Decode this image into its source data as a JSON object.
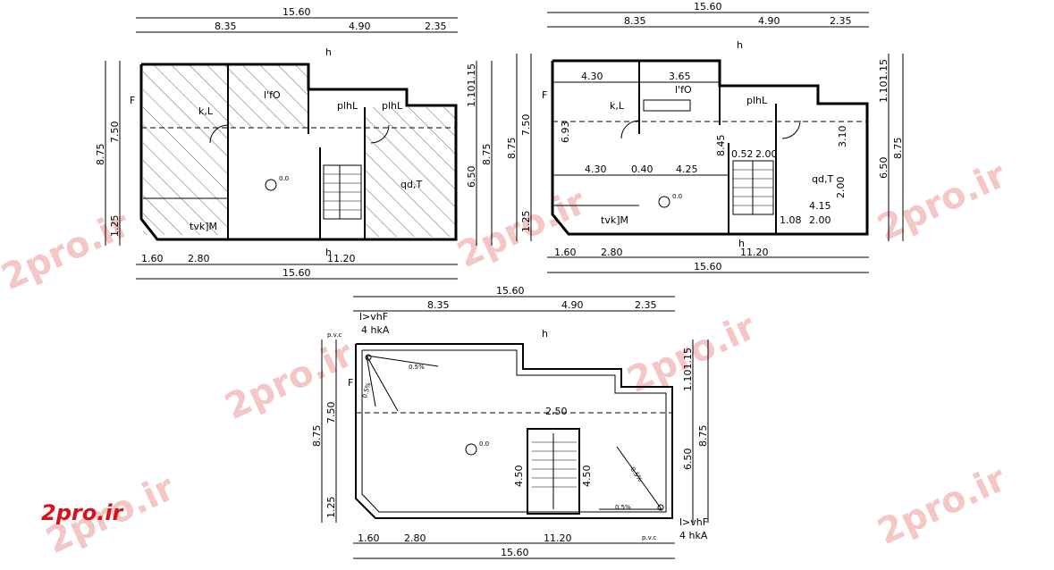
{
  "watermark_logo": "2pro.ir",
  "watermark_text": "2pro.ir",
  "plan_left": {
    "overall_top": "15.60",
    "segments_top": [
      "8.35",
      "4.90",
      "2.35"
    ],
    "overall_bottom": "15.60",
    "segments_bottom": [
      "1.60",
      "2.80",
      "11.20"
    ],
    "left_dims": [
      "8.75",
      "7.50",
      "1.25"
    ],
    "right_dims": [
      "8.75",
      "6.50",
      "1.101.15"
    ],
    "rooms": [
      "k,L",
      "l'fO",
      "plhL",
      "plhL",
      "qd,T",
      "tvk]M"
    ],
    "level": "0.0",
    "section_mark": "h",
    "north_mark": "F"
  },
  "plan_right": {
    "overall_top": "15.60",
    "segments_top": [
      "8.35",
      "4.90",
      "2.35"
    ],
    "overall_bottom": "15.60",
    "segments_bottom": [
      "1.60",
      "2.80",
      "11.20"
    ],
    "left_dims": [
      "8.75",
      "7.50",
      "1.25"
    ],
    "right_dims": [
      "8.75",
      "6.50",
      "1.101.15"
    ],
    "rooms": [
      "k,L",
      "l'fO",
      "plhL",
      "qd,T",
      "tvk]M"
    ],
    "level": "0.0",
    "inner_dims": [
      "4.30",
      "3.65",
      "4.30",
      "0.40",
      "4.25",
      "8.45",
      "6.93",
      "3.10",
      "2.00",
      "4.15",
      "2.00",
      "1.08",
      "0.52",
      "2.00"
    ],
    "section_mark": "h",
    "north_mark": "F"
  },
  "plan_roof": {
    "overall_top": "15.60",
    "segments_top": [
      "8.35",
      "4.90",
      "2.35"
    ],
    "overall_bottom": "15.60",
    "segments_bottom": [
      "1.60",
      "2.80",
      "11.20"
    ],
    "left_dims": [
      "8.75",
      "7.50",
      "1.25"
    ],
    "right_dims": [
      "8.75",
      "6.50",
      "1.101.15"
    ],
    "stair_dims": [
      "4.50",
      "4.50",
      "2.50"
    ],
    "slopes": [
      "0.5%",
      "0.5%",
      "0.5%",
      "0.5%"
    ],
    "level": "0.0",
    "roof_label_top": "l>vhF",
    "roof_sub_top": "4   hkA",
    "roof_label_bottom": "l>vhF",
    "roof_sub_bottom": "4   hkA",
    "pvc": "p.v.c",
    "section_mark": "h",
    "north_mark": "F"
  }
}
